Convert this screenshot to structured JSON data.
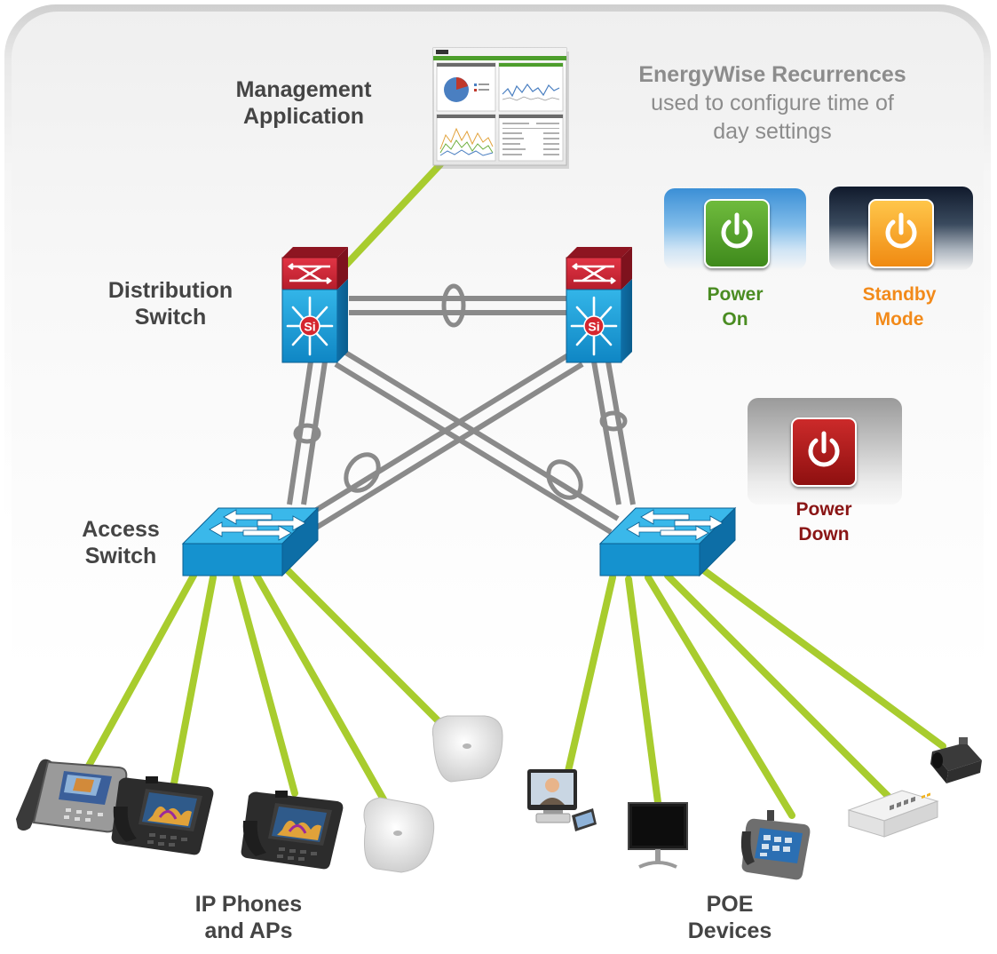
{
  "labels": {
    "management_application": "Management\nApplication",
    "distribution_switch": "Distribution\nSwitch",
    "access_switch": "Access\nSwitch",
    "ip_phones_and_aps": "IP Phones\nand APs",
    "poe_devices": "POE\nDevices"
  },
  "legend": {
    "title": "EnergyWise Recurrences",
    "subtitle": "used to configure time of\nday settings",
    "power_on": "Power\nOn",
    "standby_mode": "Standby\nMode",
    "power_down": "Power\nDown"
  },
  "switch_badge": "Si",
  "colors": {
    "link_green": "#a8cc2e",
    "link_gray": "#8a8a8a",
    "switch_blue": "#1aa1d9",
    "distribution_top_red": "#c8202f",
    "power_on_green": "#4a9a1e",
    "standby_orange": "#f5a623",
    "power_down_red": "#b01a1a",
    "label_dark": "#444444",
    "legend_gray": "#8c8c8c"
  },
  "icons": [
    "power-icon",
    "switch-icon",
    "ip-phone-icon",
    "access-point-icon",
    "video-endpoint-icon",
    "monitor-icon",
    "touch-phone-icon",
    "compact-switch-icon",
    "ip-camera-icon",
    "dashboard-screenshot"
  ]
}
